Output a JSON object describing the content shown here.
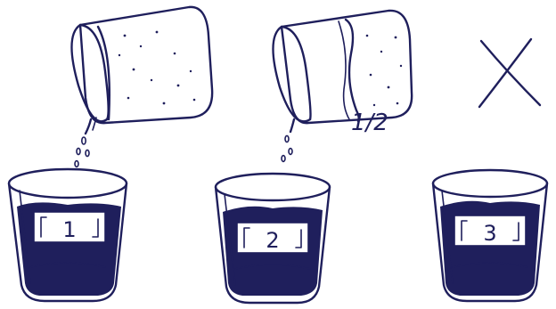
{
  "ink_color": "#1f1f5c",
  "background_color": "#ffffff",
  "fraction_label": "1/2",
  "x_mark_icon": "cross-mark-icon",
  "glasses": [
    {
      "label": "1"
    },
    {
      "label": "2"
    },
    {
      "label": "3"
    }
  ],
  "pouring_glasses": [
    {
      "fill_fraction": 1.0
    },
    {
      "fill_fraction": 0.5
    }
  ]
}
